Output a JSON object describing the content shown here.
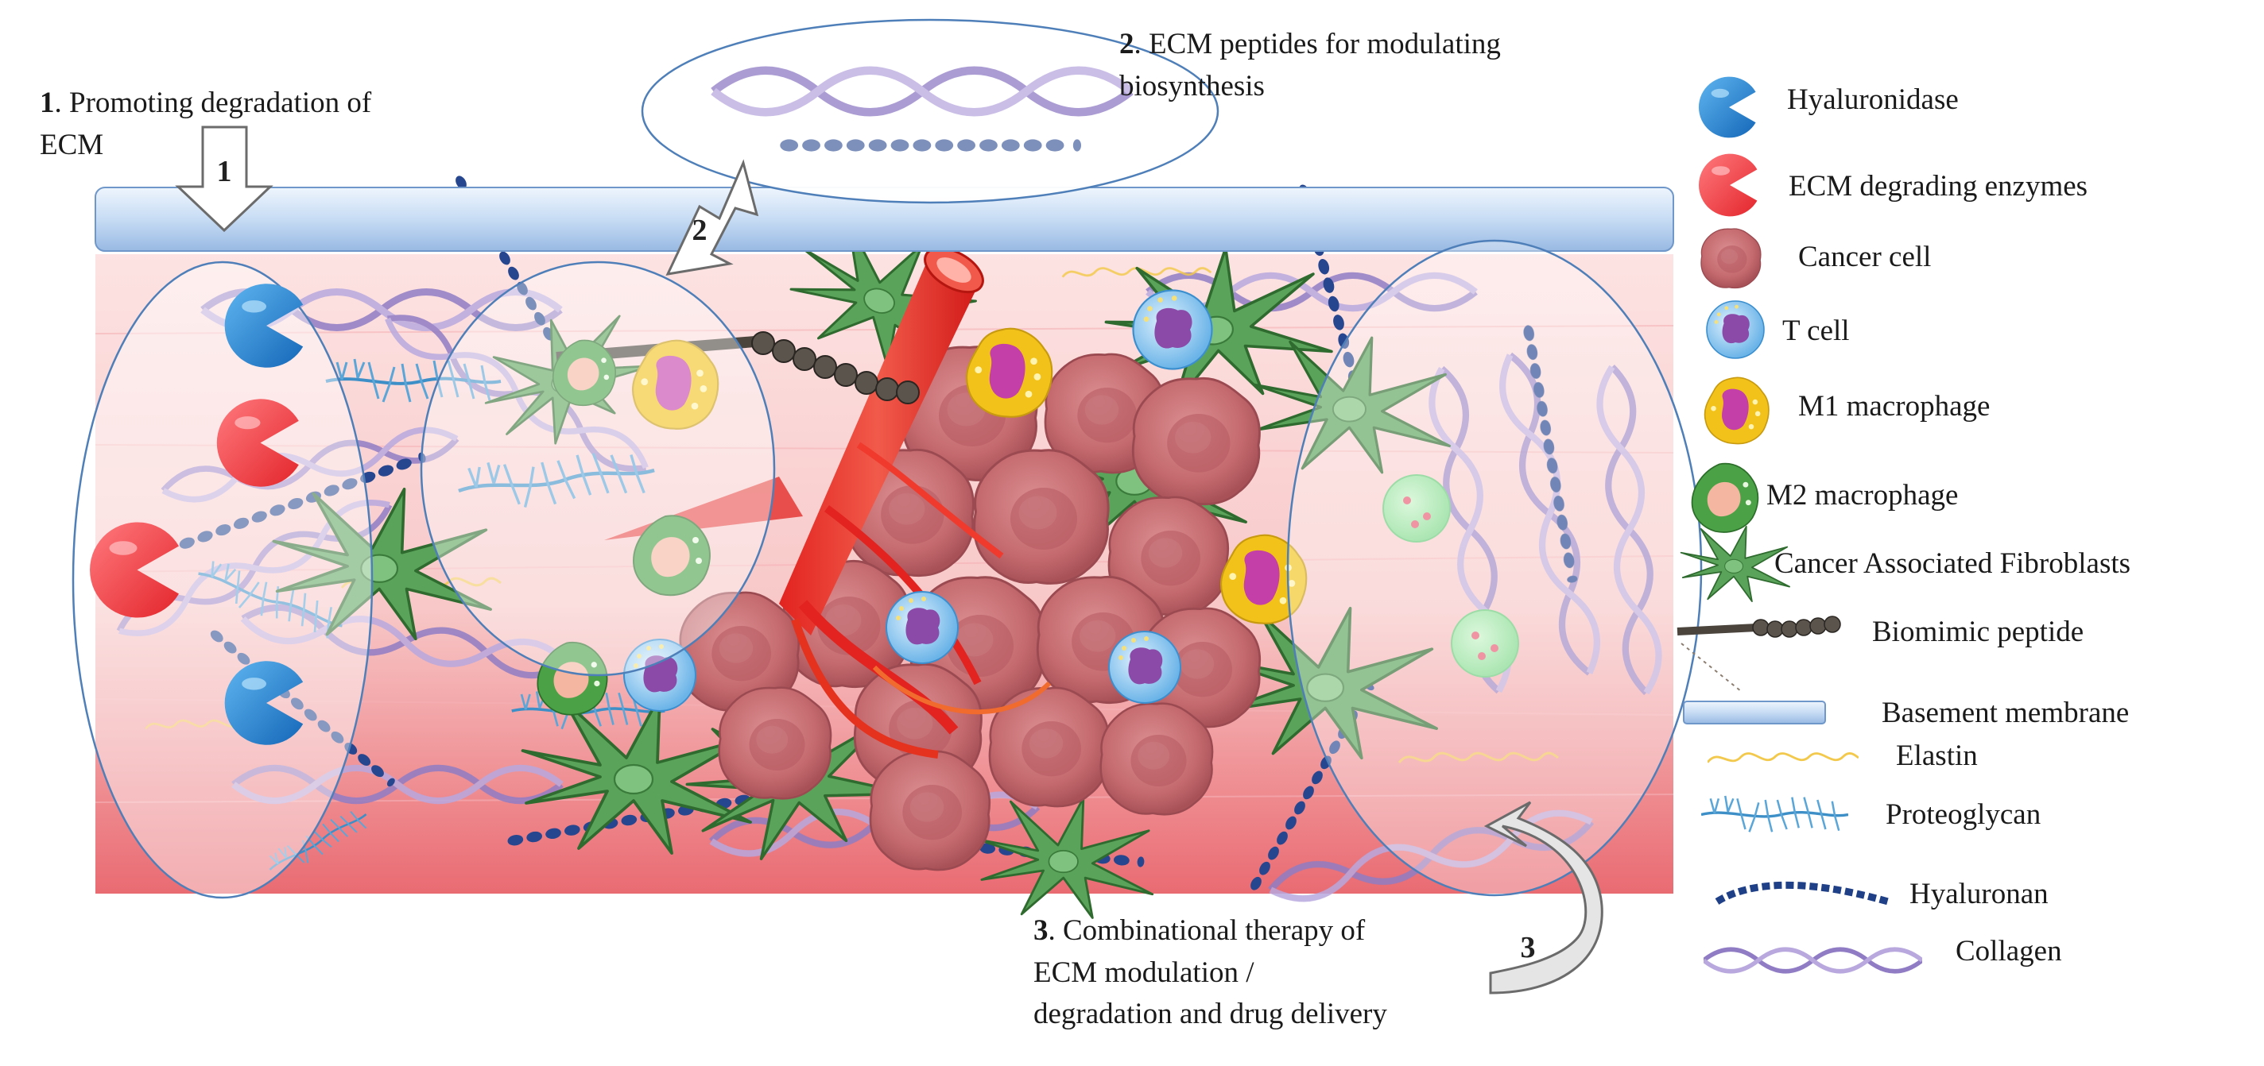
{
  "callouts": [
    {
      "num": "1",
      "text_line1": ". Promoting degradation of",
      "text_line2": "ECM"
    },
    {
      "num": "2",
      "text_line1": ". ECM peptides for modulating",
      "text_line2": "biosynthesis"
    },
    {
      "num": "3",
      "text_line1": ". Combinational therapy of",
      "text_line2": "ECM modulation /",
      "text_line3": "degradation and drug delivery"
    }
  ],
  "arrow_labels": [
    "1",
    "2",
    "3"
  ],
  "legend": [
    {
      "label": "Hyaluronidase",
      "icon": "hyaluronidase-icon",
      "color": "#1f86d6"
    },
    {
      "label": "ECM degrading enzymes",
      "icon": "ecm-enzyme-icon",
      "color": "#f04a4f"
    },
    {
      "label": "Cancer cell",
      "icon": "cancer-cell-icon",
      "color": "#c46a6e"
    },
    {
      "label": "T cell",
      "icon": "t-cell-icon",
      "color": "#7fc2ee"
    },
    {
      "label": "M1 macrophage",
      "icon": "m1-macrophage-icon",
      "color": "#f2c21a"
    },
    {
      "label": "M2 macrophage",
      "icon": "m2-macrophage-icon",
      "color": "#3e9a3a"
    },
    {
      "label": "Cancer Associated Fibroblasts",
      "icon": "fibroblast-icon",
      "color": "#4f9a4a"
    },
    {
      "label": "Biomimic peptide",
      "icon": "peptide-icon",
      "color": "#5b544c"
    },
    {
      "label": "Basement membrane",
      "icon": "membrane-icon",
      "color": "#a9c9ee"
    },
    {
      "label": "Elastin",
      "icon": "elastin-icon",
      "color": "#f2c94c"
    },
    {
      "label": "Proteoglycan",
      "icon": "proteoglycan-icon",
      "color": "#4f97c9"
    },
    {
      "label": "Hyaluronan",
      "icon": "hyaluronan-icon",
      "color": "#1f3f86"
    },
    {
      "label": "Collagen",
      "icon": "collagen-icon",
      "color": "#9a86c8"
    }
  ]
}
